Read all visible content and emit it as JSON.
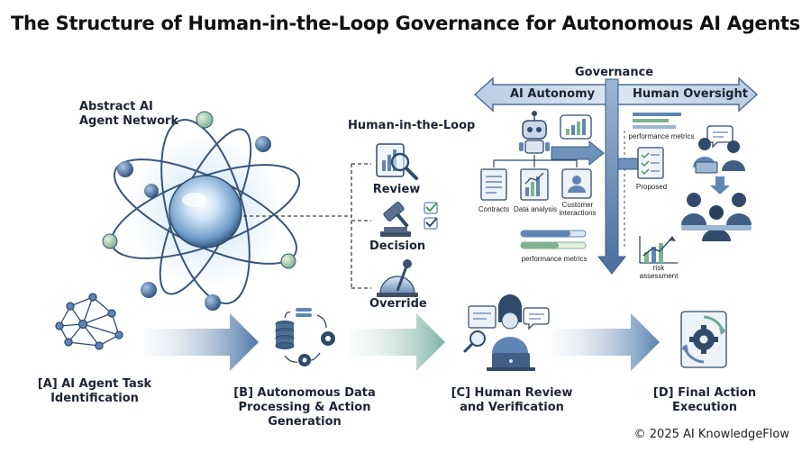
{
  "title": "The Structure of Human-in-the-Loop Governance for Autonomous AI Agents",
  "network": {
    "label_line1": "Abstract AI",
    "label_line2": "Agent Network"
  },
  "hitl": {
    "title": "Human-in-the-Loop",
    "items": [
      "Review",
      "Decision",
      "Override"
    ]
  },
  "governance": {
    "title": "Governance",
    "left": "AI Autonomy",
    "right": "Human Oversight",
    "autonomy": {
      "docs": [
        "Contracts",
        "Data analysis"
      ],
      "customer_line1": "Customer",
      "customer_line2": "interactions",
      "metrics": "performance metrics"
    },
    "oversight": {
      "metrics": "performance metrics",
      "proposed": "Proposed",
      "risk_line1": "risk",
      "risk_line2": "assessment"
    }
  },
  "stages": [
    {
      "line1": "[A] AI Agent Task",
      "line2": "Identification",
      "line3": ""
    },
    {
      "line1": "[B] Autonomous Data",
      "line2": "Processing & Action",
      "line3": "Generation"
    },
    {
      "line1": "[C] Human Review",
      "line2": "and Verification",
      "line3": ""
    },
    {
      "line1": "[D] Final Action",
      "line2": "Execution",
      "line3": ""
    }
  ],
  "footer": "© 2025 AI KnowledgeFlow",
  "colors": {
    "navy": "#2f4a6b",
    "blue": "#5f86b3",
    "light_blue": "#c7d8ea",
    "green": "#7fb38d",
    "mint": "#a9d6b3"
  }
}
